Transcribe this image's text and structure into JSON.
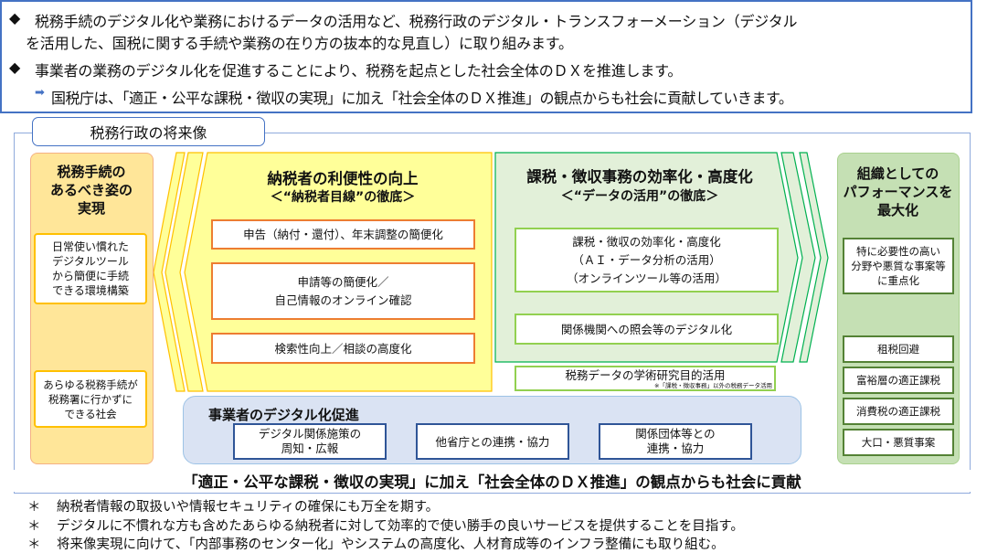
{
  "intro": {
    "bullet": "◆",
    "line1": "税務手続のデジタル化や業務におけるデータの活用など、税務行政のデジタル・トランスフォーメーション（デジタル",
    "line1b": "を活用した、国税に関する手続や業務の在り方の抜本的な見直し）に取り組みます。",
    "line2": "事業者の業務のデジタル化を促進することにより、税務を起点とした社会全体のＤＸを推進します。",
    "arrow": "➡",
    "line3": "国税庁は、「適正・公平な課税・徴収の実現」に加え「社会全体のＤＸ推進」の観点からも社会に貢献していきます。"
  },
  "diagram": {
    "tab_title": "税務行政の将来像",
    "left": {
      "title": [
        "税務手続の",
        "あるべき姿の",
        "実現"
      ],
      "box1": [
        "日常使い慣れた",
        "デジタルツール",
        "から簡便に手続",
        "できる環境構築"
      ],
      "box2": [
        "あらゆる税務手続が",
        "税務署に行かずに",
        "できる社会"
      ]
    },
    "taxpayer": {
      "title": "納税者の利便性の向上",
      "subtitle": "＜“納税者目線”の徹底＞",
      "items": [
        [
          "申告（納付・還付）、年末調整の簡便化"
        ],
        [
          "申請等の簡便化／",
          "自己情報のオンライン確認"
        ],
        [
          "検索性向上／相談の高度化"
        ]
      ]
    },
    "efficiency": {
      "title": "課税・徴収事務の効率化・高度化",
      "subtitle": "＜“データの活用”の徹底＞",
      "items": [
        [
          "課税・徴収の効率化・高度化",
          "（ＡＩ・データ分析の活用）",
          "（オンラインツール等の活用）"
        ],
        [
          "関係機関への照会等のデジタル化"
        ]
      ],
      "research": "税務データの学術研究目的活用",
      "research_note": "※「課税・徴収事務」以外の税務データ活用"
    },
    "business": {
      "title": "事業者のデジタル化促進",
      "items": [
        [
          "デジタル関係施策の",
          "周知・広報"
        ],
        [
          "他省庁との連携・協力"
        ],
        [
          "関係団体等との",
          "連携・協力"
        ]
      ]
    },
    "org": {
      "title": [
        "組織としての",
        "パフォーマンスを",
        "最大化"
      ],
      "focus": [
        "特に必要性の高い",
        "分野や悪質な事案等",
        "に重点化"
      ],
      "items": [
        "租税回避",
        "富裕層の適正課税",
        "消費税の適正課税",
        "大口・悪質事案"
      ]
    },
    "conclusion": "「適正・公平な課税・徴収の実現」に加え「社会全体のＤＸ推進」の観点からも社会に貢献"
  },
  "notes": {
    "mark": "＊",
    "items": [
      "納税者情報の取扱いや情報セキュリティの確保にも万全を期す。",
      "デジタルに不慣れな方も含めたあらゆる納税者に対して効率的で使い勝手の良いサービスを提供することを目指す。",
      "将来像実現に向けて、「内部事務のセンター化」やシステムの高度化、人材育成等のインフラ整備にも取り組む。"
    ]
  },
  "colors": {
    "blue": "#4472c4",
    "yellow": "#ffff99",
    "orange": "#ed7d31",
    "green": "#00b050",
    "light_green": "#e2f0d9",
    "org_green": "#c5e0b4",
    "business_blue": "#dae3f3"
  }
}
